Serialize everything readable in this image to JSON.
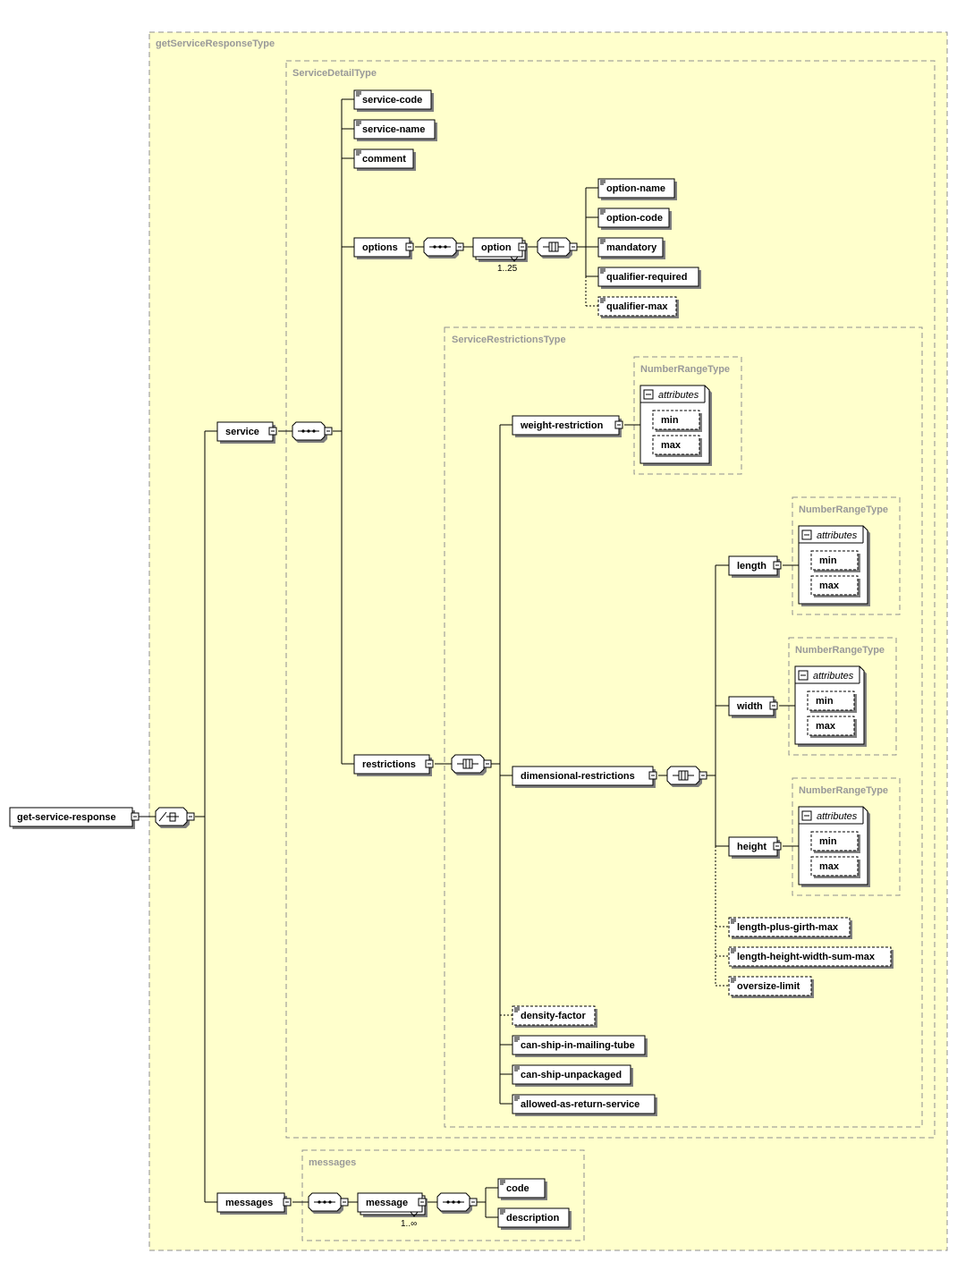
{
  "regions": {
    "get_service_response_type": "getServiceResponseType",
    "service_detail_type": "ServiceDetailType",
    "service_restrictions_type": "ServiceRestrictionsType",
    "number_range_type_weight": "NumberRangeType",
    "number_range_type_length": "NumberRangeType",
    "number_range_type_width": "NumberRangeType",
    "number_range_type_height": "NumberRangeType",
    "messages_type": "messages"
  },
  "elements": {
    "root": "get-service-response",
    "service": "service",
    "service_code": "service-code",
    "service_name": "service-name",
    "comment": "comment",
    "options": "options",
    "option": "option",
    "option_name": "option-name",
    "option_code": "option-code",
    "mandatory": "mandatory",
    "qualifier_required": "qualifier-required",
    "qualifier_max": "qualifier-max",
    "restrictions": "restrictions",
    "weight_restriction": "weight-restriction",
    "dimensional_restrictions": "dimensional-restrictions",
    "length": "length",
    "width": "width",
    "height": "height",
    "length_plus_girth_max": "length-plus-girth-max",
    "length_height_width_sum_max": "length-height-width-sum-max",
    "oversize_limit": "oversize-limit",
    "density_factor": "density-factor",
    "can_ship_in_mailing_tube": "can-ship-in-mailing-tube",
    "can_ship_unpackaged": "can-ship-unpackaged",
    "allowed_as_return_service": "allowed-as-return-service",
    "messages": "messages",
    "message": "message",
    "code": "code",
    "description": "description"
  },
  "attributes": {
    "label": "attributes",
    "min": "min",
    "max": "max"
  },
  "cardinality": {
    "option": "1..25",
    "message": "1..∞"
  }
}
